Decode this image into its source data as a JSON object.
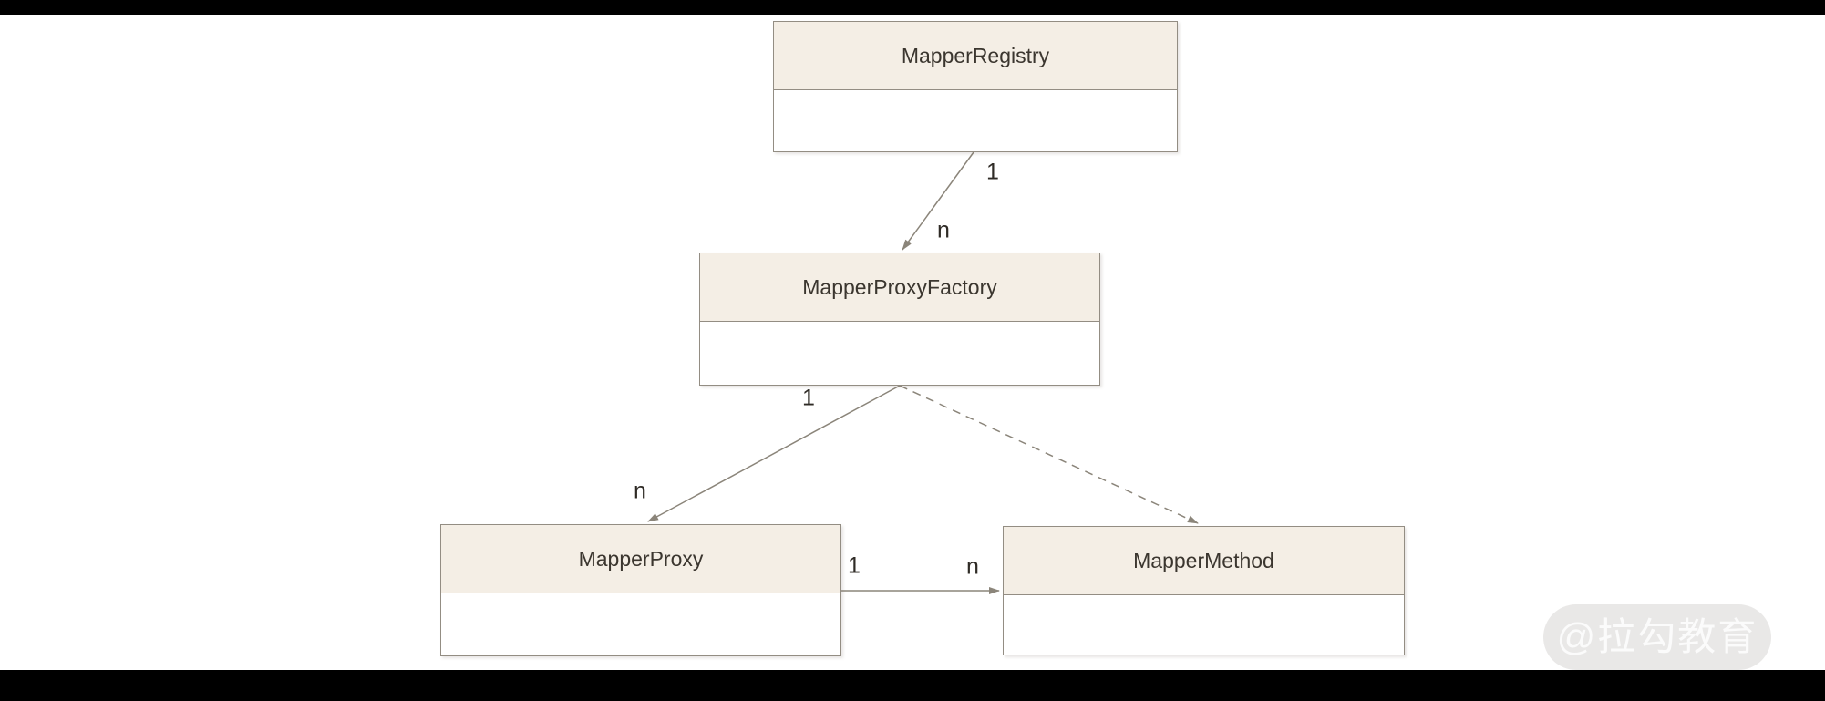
{
  "diagram": {
    "type": "uml-class-diagram",
    "nodes": [
      {
        "id": "mapper-registry",
        "label": "MapperRegistry"
      },
      {
        "id": "mapper-proxy-factory",
        "label": "MapperProxyFactory"
      },
      {
        "id": "mapper-proxy",
        "label": "MapperProxy"
      },
      {
        "id": "mapper-method",
        "label": "MapperMethod"
      }
    ],
    "edges": [
      {
        "from": "MapperRegistry",
        "to": "MapperProxyFactory",
        "style": "solid",
        "source_label": "1",
        "target_label": "n"
      },
      {
        "from": "MapperProxyFactory",
        "to": "MapperProxy",
        "style": "solid",
        "source_label": "1",
        "target_label": "n"
      },
      {
        "from": "MapperProxyFactory",
        "to": "MapperMethod",
        "style": "dashed"
      },
      {
        "from": "MapperProxy",
        "to": "MapperMethod",
        "style": "solid",
        "source_label": "1",
        "target_label": "n"
      }
    ],
    "colors": {
      "letterbox": "#000000",
      "canvas": "#ffffff",
      "node_header_fill": "#f4eee5",
      "node_body_fill": "#ffffff",
      "node_border": "#938d83",
      "edge": "#8b857a",
      "node_text": "#3b362f",
      "label_text": "#2f2b26"
    }
  },
  "watermark": {
    "text": "@拉勾教育",
    "pill_color": "#e9e8e7",
    "text_color": "#fbfbfb"
  }
}
